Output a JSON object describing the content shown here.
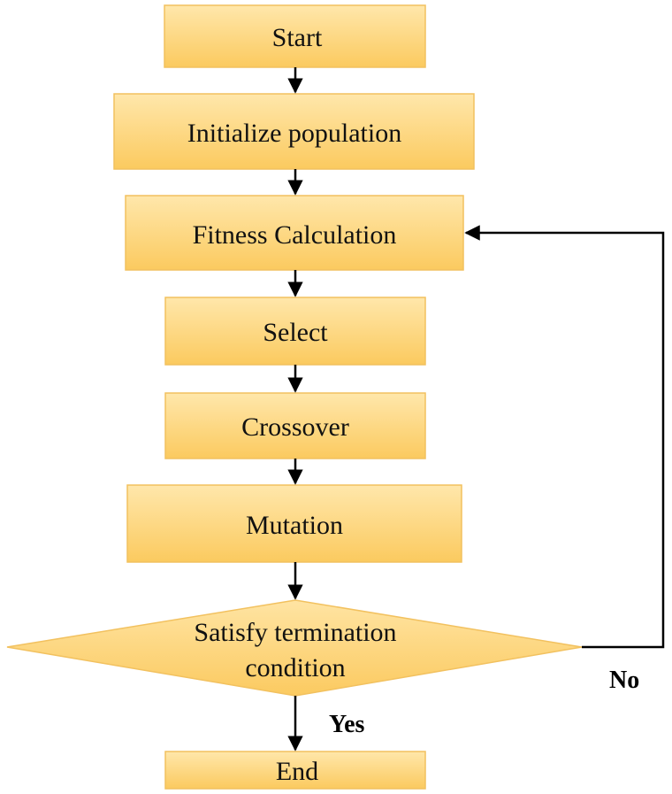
{
  "colors": {
    "box_fill_top": "#ffe5a6",
    "box_fill_bottom": "#fbc95c",
    "box_stroke": "#f2c15f",
    "arrow": "#000000"
  },
  "steps": {
    "start": "Start",
    "init": "Initialize population",
    "fitness": "Fitness Calculation",
    "select": "Select",
    "crossover": "Crossover",
    "mutation": "Mutation",
    "decision_line1": "Satisfy termination",
    "decision_line2": "condition",
    "end": "End"
  },
  "branches": {
    "yes": "Yes",
    "no": "No"
  }
}
